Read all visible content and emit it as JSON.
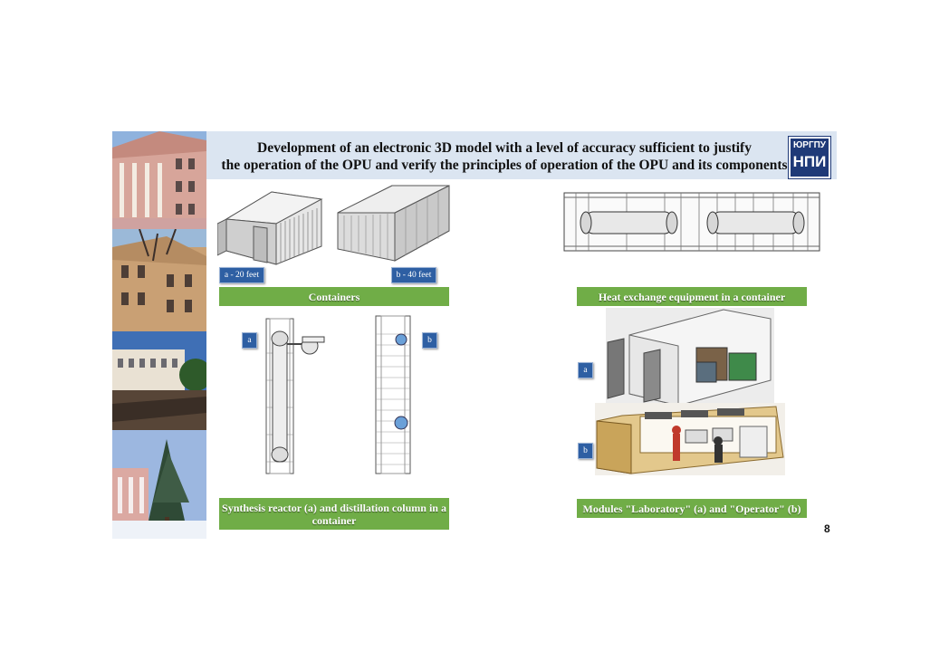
{
  "title": {
    "line1": "Development of an electronic 3D model with a level of accuracy sufficient to justify",
    "line2": "the operation of the OPU and verify the principles of operation of the OPU and its components"
  },
  "logo": {
    "line1": "ЮРГПУ",
    "line2": "НПИ"
  },
  "badges": {
    "feet20": "a - 20 feet",
    "feet40": "b - 40 feet",
    "reactor_a": "a",
    "column_b": "b",
    "lab_a": "a",
    "operator_b": "b"
  },
  "labels": {
    "containers": "Containers",
    "heat_exchange": "Heat exchange equipment in a container",
    "synthesis": "Synthesis reactor (a) and distillation column in a container",
    "modules": "Modules \"Laboratory\" (a) and \"Operator\" (b)"
  },
  "page_number": "8",
  "colors": {
    "title_bg": "#dbe5f1",
    "label_green": "#70ad47",
    "badge_blue": "#2e5fa3",
    "logo_blue": "#1f3a78"
  }
}
